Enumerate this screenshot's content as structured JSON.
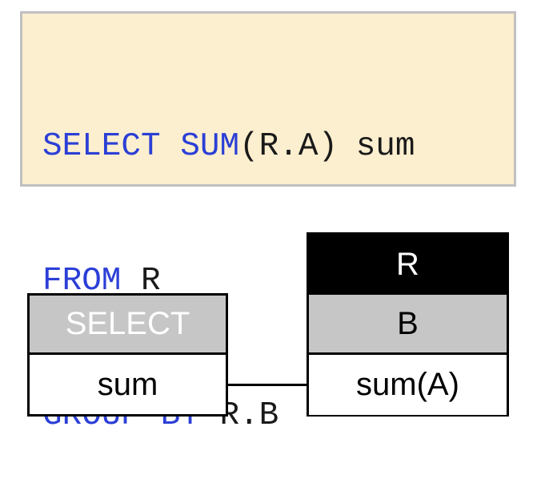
{
  "sql": {
    "line1": {
      "kw1": "SELECT",
      "kw2": "SUM",
      "rest": "(R.A)",
      "alias": "sum"
    },
    "line2": {
      "kw": "FROM",
      "rest": "R"
    },
    "line3": {
      "kw": "GROUP BY",
      "rest": "R.B"
    }
  },
  "select_table": {
    "header": "SELECT",
    "row": "sum"
  },
  "r_table": {
    "title": "R",
    "group_attr": "B",
    "agg_attr": "sum(A)"
  },
  "colors": {
    "keyword": "#2b3fd6",
    "sql_background": "#fcefcf",
    "header_gray": "#c6c6c6",
    "header_black": "#000000"
  }
}
